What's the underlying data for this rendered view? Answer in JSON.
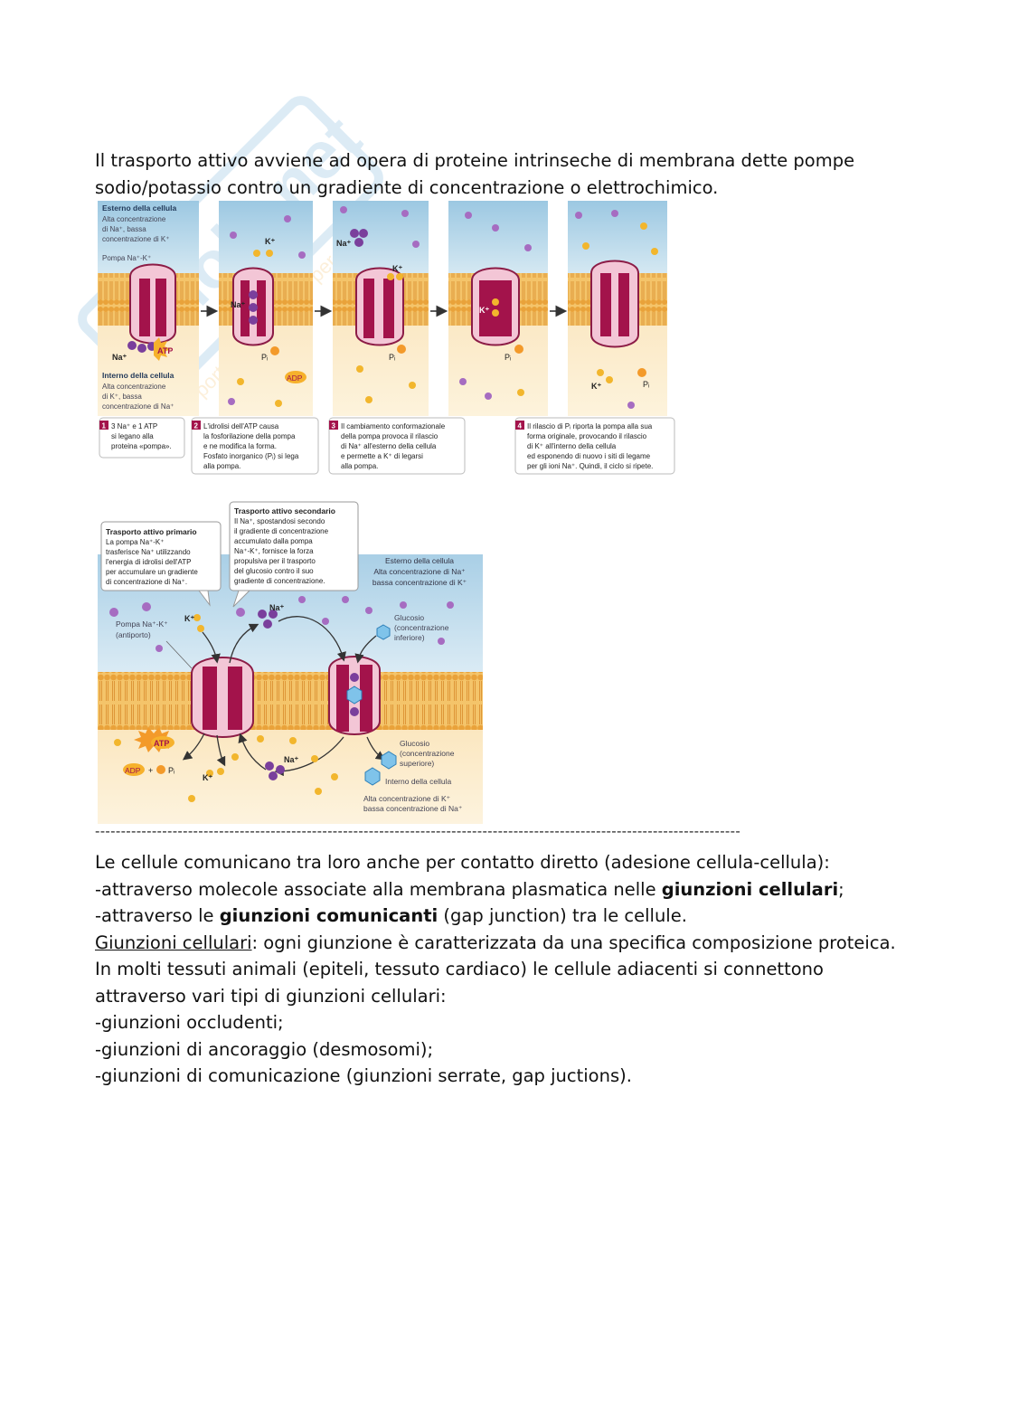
{
  "watermark": {
    "brand": "Skuola.net",
    "tagline": "Il portale di studenti per studenti"
  },
  "intro": {
    "line1": "Il trasporto attivo avviene ad opera di proteine intrinseche di membrana dette pompe",
    "line2": "sodio/potassio contro un gradiente di concentrazione o elettrochimico."
  },
  "figure1": {
    "outside_title": "Esterno della cellula",
    "outside_desc": [
      "Alta concentrazione",
      "di Na⁺, bassa",
      "concentrazione di K⁺"
    ],
    "pump_label": "Pompa Na⁺-K⁺",
    "inside_title": "Interno della cellula",
    "inside_desc": [
      "Alta concentrazione",
      "di K⁺, bassa",
      "concentrazione di Na⁺"
    ],
    "ion_na": "Na⁺",
    "ion_k": "K⁺",
    "atp": "ATP",
    "adp": "ADP",
    "pi": "Pᵢ",
    "captions": [
      {
        "num": "1",
        "lines": [
          "3 Na⁺ e 1 ATP",
          "si legano alla",
          "proteina «pompa»."
        ]
      },
      {
        "num": "2",
        "lines": [
          "L'idrolisi dell'ATP causa",
          "la fosforilazione della pompa",
          "e ne modifica la forma.",
          "Fosfato inorganico (Pᵢ) si lega",
          "alla pompa."
        ]
      },
      {
        "num": "3",
        "lines": [
          "Il cambiamento conformazionale",
          "della pompa provoca il rilascio",
          "di Na⁺ all'esterno della cellula",
          "e permette a K⁺ di legarsi",
          "alla pompa."
        ]
      },
      {
        "num": "4",
        "lines": [
          "Il rilascio di Pᵢ riporta la pompa alla sua",
          "forma originale, provocando il rilascio",
          "di K⁺ all'interno della cellula",
          "ed esponendo di nuovo i siti di legame",
          "per gli ioni Na⁺. Quindi, il ciclo si ripete."
        ]
      }
    ]
  },
  "figure2": {
    "primary_title": "Trasporto attivo primario",
    "primary_lines": [
      "La pompa Na⁺-K⁺",
      "trasferisce Na⁺ utilizzando",
      "l'energia di idrolisi dell'ATP",
      "per accumulare un gradiente",
      "di concentrazione di Na⁺."
    ],
    "secondary_title": "Trasporto attivo secondario",
    "secondary_lines": [
      "Il Na⁺, spostandosi secondo",
      "il gradiente di concentrazione",
      "accumulato dalla pompa",
      "Na⁺-K⁺, fornisce la forza",
      "propulsiva per il trasporto",
      "del glucosio contro il suo",
      "gradiente di concentrazione."
    ],
    "outside_lines": [
      "Esterno della cellula",
      "Alta concentrazione di Na⁺",
      "bassa concentrazione di K⁺"
    ],
    "pump_lines": [
      "Pompa Na⁺-K⁺",
      "(antiporto)"
    ],
    "glucose_low": [
      "Glucosio",
      "(concentrazione",
      "inferiore)"
    ],
    "glucose_high": [
      "Glucosio",
      "(concentrazione",
      "superiore)"
    ],
    "inside_lines": [
      "Interno della cellula",
      "Alta concentrazione di K⁺",
      "bassa concentrazione di Na⁺"
    ],
    "ion_na": "Na⁺",
    "ion_k": "K⁺",
    "atp": "ATP",
    "adp_pi": [
      "ADP",
      "+",
      "Pᵢ"
    ]
  },
  "separator": "-----------------------------------------------------------------------------------------------------------------------------",
  "body": {
    "l1": "Le cellule comunicano tra loro anche per contatto diretto (adesione cellula-cellula):",
    "l2_pre": "-attraverso molecole associate alla membrana plasmatica nelle ",
    "l2_bold": "giunzioni cellulari",
    "l2_post": ";",
    "l3_pre": "-attraverso le ",
    "l3_bold": "giunzioni comunicanti",
    "l3_post": " (gap junction) tra le cellule.",
    "l4_u": "Giunzioni cellulari",
    "l4_rest": ": ogni giunzione è caratterizzata da una specifica composizione proteica.",
    "l5": "In molti tessuti animali (epiteli, tessuto cardiaco) le cellule adiacenti si connettono",
    "l6": "attraverso vari tipi di giunzioni cellulari:",
    "l7": "-giunzioni occludenti;",
    "l8": "-giunzioni di ancoraggio (desmosomi);",
    "l9": "-giunzioni di comunicazione (giunzioni serrate, gap juctions)."
  }
}
